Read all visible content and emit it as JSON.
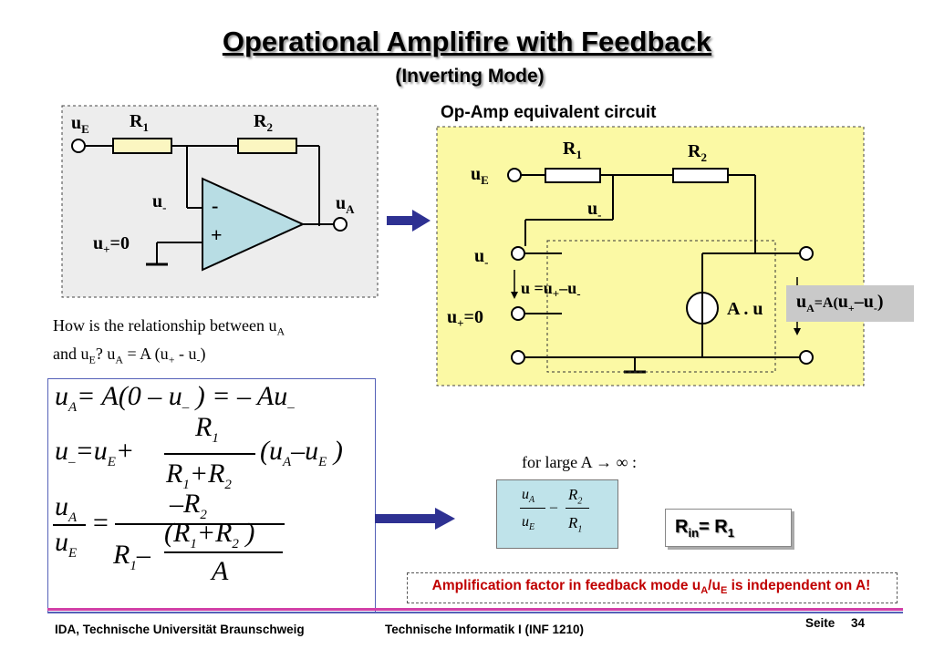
{
  "header": {
    "title": "Operational Amplifire with Feedback",
    "subtitle": "(Inverting Mode)"
  },
  "left_circuit": {
    "labels": {
      "uE": "u",
      "uE_sub": "E",
      "R1": "R",
      "R1_sub": "1",
      "R2": "R",
      "R2_sub": "2",
      "uminus": "u",
      "uminus_sub": "-",
      "uA": "u",
      "uA_sub": "A",
      "uplus": "u",
      "uplus_sub": "+",
      "uplus_val": "=0",
      "minus_sign": "-",
      "plus_sign": "+"
    }
  },
  "right_circuit": {
    "heading": "Op-Amp equivalent circuit",
    "labels": {
      "R1": "R",
      "R1_sub": "1",
      "R2": "R",
      "R2_sub": "2",
      "uE": "u",
      "uE_sub": "E",
      "uminus_top": "u",
      "uminus_top_sub": "-",
      "uminus_left": "u",
      "uminus_left_sub": "-",
      "udiff": "u =u",
      "udiff_plus": "+",
      "udiff_mid": "–u",
      "udiff_minus": "-",
      "uplus": "u",
      "uplus_sub": "+",
      "uplus_val": "=0",
      "source": "A . u"
    },
    "output_formula": {
      "pre": "u",
      "pre_sub": "A",
      "mid": "=A(",
      "u1": "u",
      "u1_sub": "+",
      "dash": "–",
      "u2": "u",
      "u2_sub": "-",
      "close": ")"
    }
  },
  "question": {
    "line1": "How is the relationship between u",
    "line1_sub": "A",
    "line2a": "and u",
    "line2_sub": "E",
    "line2b": "?  u",
    "line2_sub2": "A",
    "line2c": " = A (u",
    "line2_sub3": "+",
    "line2d": " - u",
    "line2_sub4": "-",
    "line2e": ")"
  },
  "equations": {
    "eq1": {
      "lhs": "u",
      "lhs_sub": "A",
      "rest": "= A(0 – u",
      "rest_sub": "–",
      "rest2": " ) = – Au",
      "rest2_sub": "–"
    },
    "eq2": {
      "lhs": "u",
      "lhs_sub": "–",
      "eq": "=u",
      "eq_sub": "E",
      "plus": "+",
      "num": "R",
      "num_sub": "1",
      "den": "R",
      "den_sub": "1",
      "den_plus": "+R",
      "den_sub2": "2",
      "tail": "(u",
      "tail_sub": "A",
      "tail2": "–u",
      "tail2_sub": "E",
      "tail3": " )"
    },
    "eq3": {
      "num": "u",
      "num_sub": "A",
      "den": "u",
      "den_sub": "E",
      "eq": "=",
      "rnum": "–R",
      "rnum_sub": "2",
      "r1": "R",
      "r1_sub": "1",
      "rminus": "–",
      "inner_num": "(R",
      "inner_num_sub": "1",
      "inner_num2": "+R",
      "inner_num_sub2": "2",
      "inner_num3": " )",
      "inner_den": "A"
    }
  },
  "large_a": {
    "text": "for large A  → ∞ :"
  },
  "ratio": {
    "num": "u",
    "num_sub": "A",
    "den": "u",
    "den_sub": "E",
    "op": "–",
    "rnum": "R",
    "rnum_sub": "2",
    "rden": "R",
    "rden_sub": "1"
  },
  "rin": {
    "text": "R",
    "sub": "in",
    "rest": "= R",
    "rest_sub": "1"
  },
  "note": {
    "text": "Amplification factor in feedback mode u",
    "sub1": "A",
    "mid": "/u",
    "sub2": "E",
    "end": " is independent on A!"
  },
  "footer": {
    "left": "IDA, Technische Universität Braunschweig",
    "center": "Technische Informatik I (INF 1210)",
    "page_label": "Seite",
    "page_num": "34"
  },
  "colors": {
    "left_panel_bg": "#ededed",
    "right_panel_bg": "#fbf9a4",
    "arrow": "#2e3192",
    "resistor_fill": "#fbf6c1",
    "opamp_fill": "#b8dde4",
    "note_red": "#c00000",
    "rule_magenta": "#d23fa7"
  }
}
